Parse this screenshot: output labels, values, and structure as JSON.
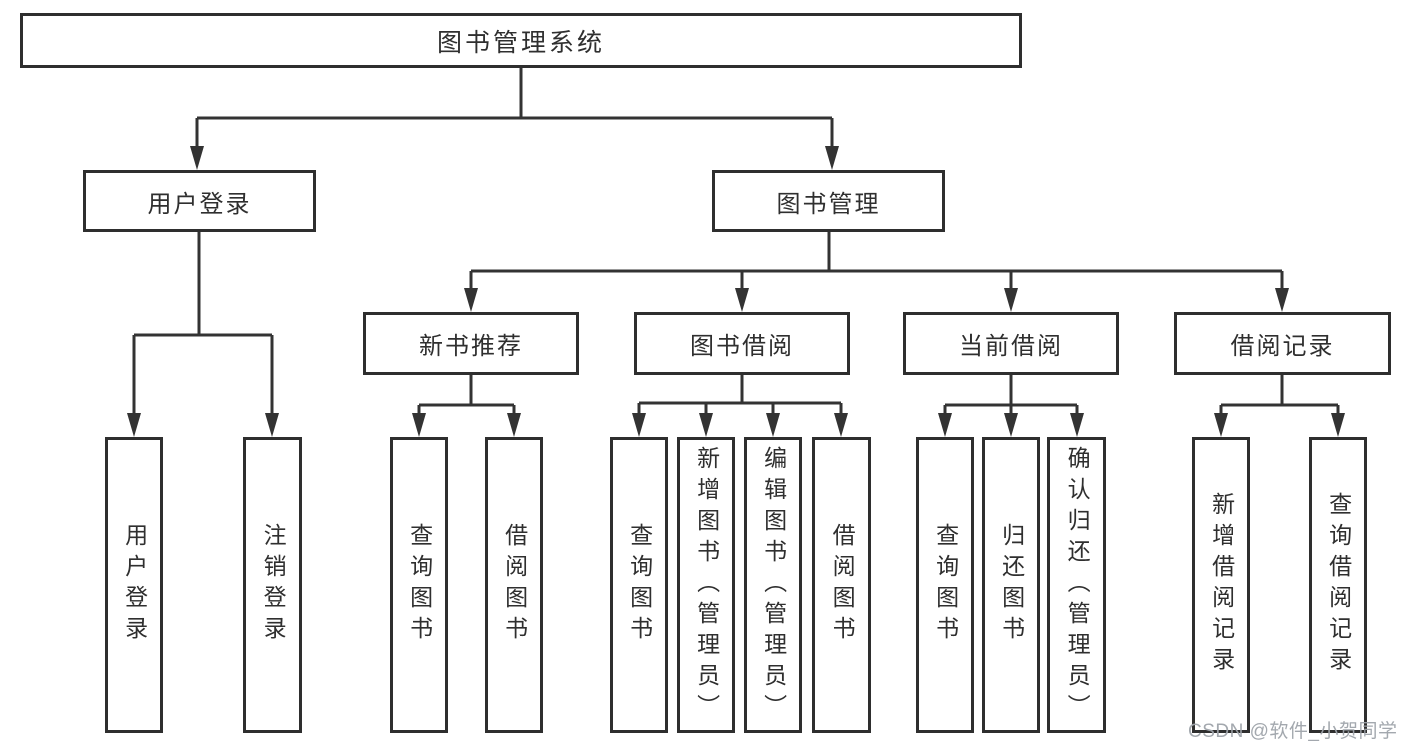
{
  "diagram": {
    "title": "图书管理系统",
    "type": "functional-structure-tree"
  },
  "tree": {
    "root": {
      "label": "图书管理系统"
    },
    "branches": [
      {
        "label": "用户登录",
        "children": [
          {
            "label": "用户登录"
          },
          {
            "label": "注销登录"
          }
        ]
      },
      {
        "label": "图书管理",
        "children": [
          {
            "label": "新书推荐",
            "children": [
              {
                "label": "查询图书"
              },
              {
                "label": "借阅图书"
              }
            ]
          },
          {
            "label": "图书借阅",
            "children": [
              {
                "label": "查询图书"
              },
              {
                "label": "新增图书（管理员）"
              },
              {
                "label": "编辑图书（管理员）"
              },
              {
                "label": "借阅图书"
              }
            ]
          },
          {
            "label": "当前借阅",
            "children": [
              {
                "label": "查询图书"
              },
              {
                "label": "归还图书"
              },
              {
                "label": "确认归还（管理员）"
              }
            ]
          },
          {
            "label": "借阅记录",
            "children": [
              {
                "label": "新增借阅记录"
              },
              {
                "label": "查询借阅记录"
              }
            ]
          }
        ]
      }
    ]
  },
  "watermark": {
    "text": "CSDN @软件_小贺同学"
  },
  "colors": {
    "line": "#333333",
    "border": "#2e2e2e",
    "text": "#2f2f2f",
    "background": "#ffffff",
    "watermark": "#9ea3aa"
  }
}
